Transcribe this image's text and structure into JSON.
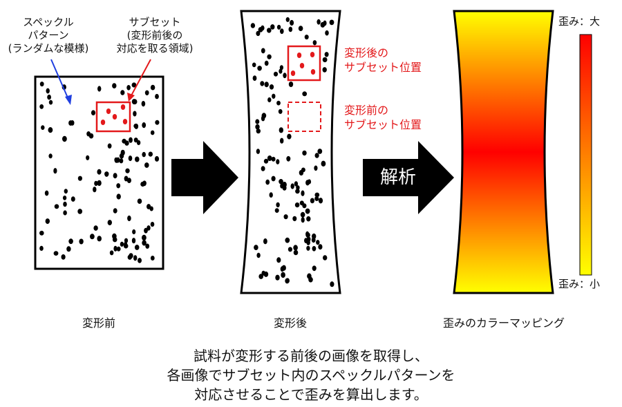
{
  "labels": {
    "speckle_annotation": [
      "スペックル",
      "パターン",
      "(ランダムな模様)"
    ],
    "subset_annotation": [
      "サブセット",
      "(変形前後の",
      "対応を取る領域)"
    ],
    "after_subset_position": [
      "変形後の",
      "サブセット位置"
    ],
    "before_subset_position": [
      "変形前の",
      "サブセット位置"
    ],
    "strain_max": "歪み：大",
    "strain_min": "歪み：小",
    "analysis_arrow": "解析",
    "caption_before": "変形前",
    "caption_after": "変形後",
    "caption_mapping": "歪みのカラーマッピング",
    "description": [
      "試料が変形する前後の画像を取得し、",
      "各画像でサブセット内のスペックルパターンを",
      "対応させることで歪みを算出します。"
    ]
  },
  "colors": {
    "subset_red": "#e3191b",
    "speckle_arrow_blue": "#1f3fe0",
    "strain_high": "#ff0000",
    "strain_low": "#ffff00",
    "outline": "#000000"
  }
}
